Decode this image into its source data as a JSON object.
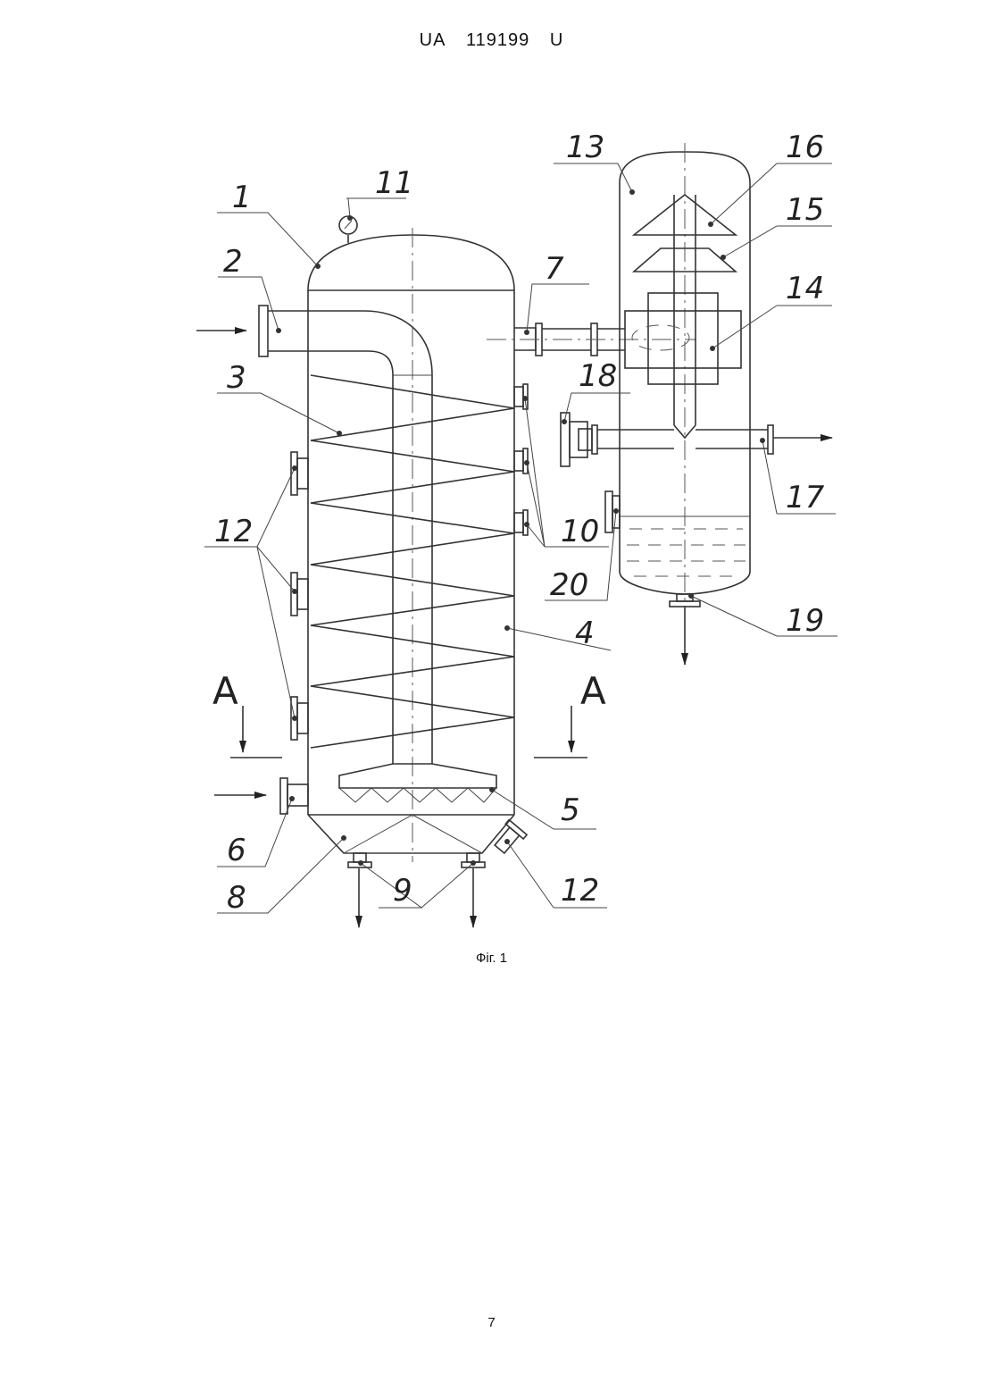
{
  "header": {
    "country": "UA",
    "number": "119199",
    "kind": "U"
  },
  "figure": {
    "caption": "Фіг. 1",
    "section_letter": "A",
    "labels": [
      "1",
      "2",
      "3",
      "4",
      "5",
      "6",
      "7",
      "8",
      "9",
      "10",
      "11",
      "12",
      "13",
      "14",
      "15",
      "16",
      "17",
      "18",
      "19",
      "20"
    ]
  },
  "page_number": "7"
}
